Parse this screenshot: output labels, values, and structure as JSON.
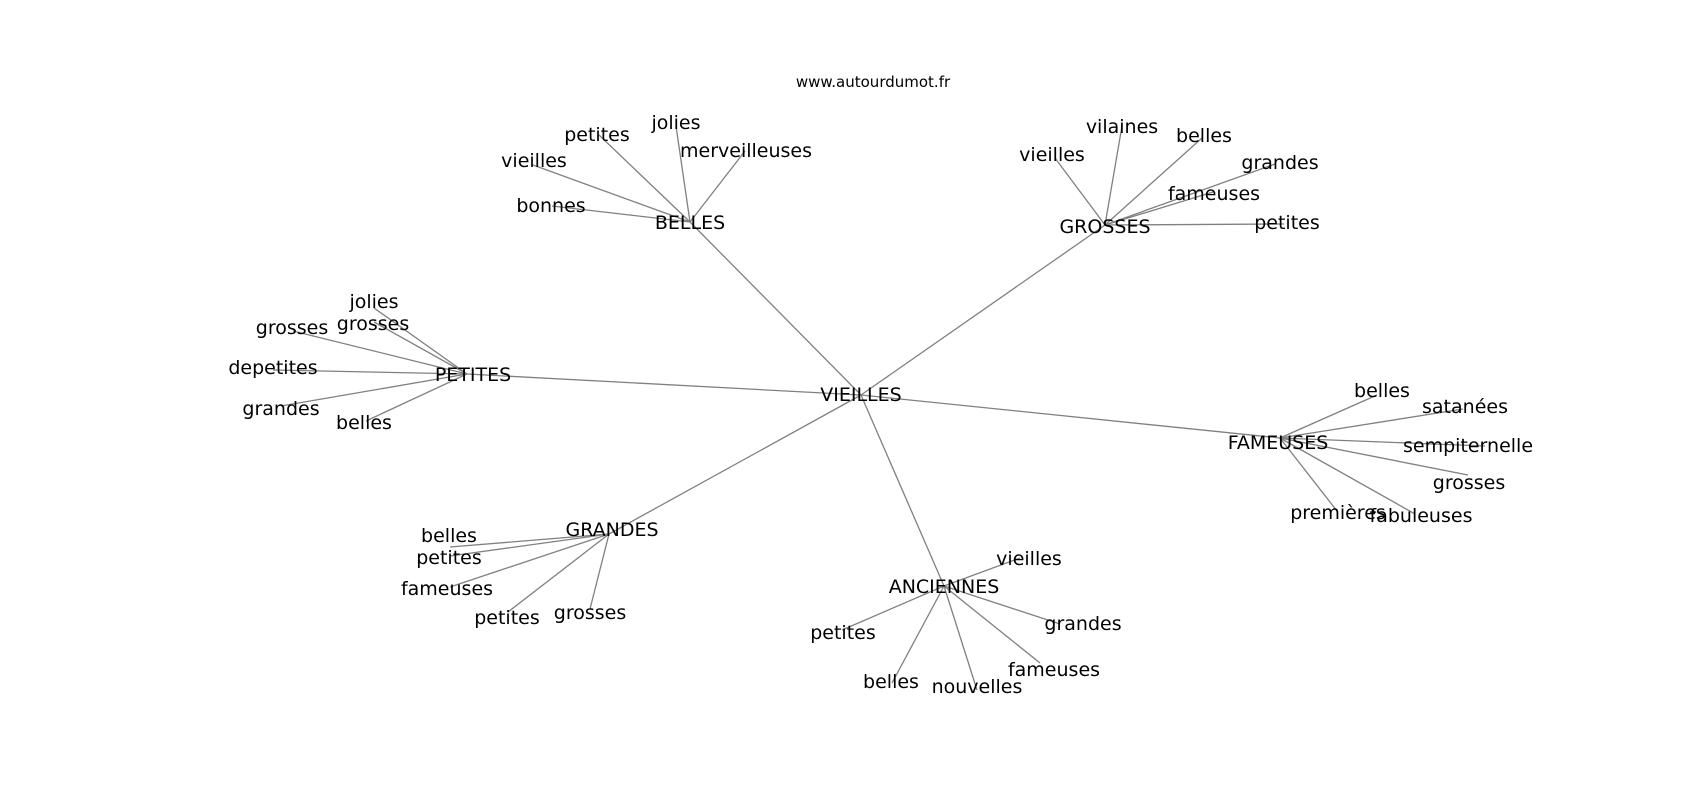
{
  "site": "www.autourdumot.fr",
  "center": "VIEILLES",
  "hubs": [
    {
      "label": "BELLES",
      "words": [
        "bonnes",
        "vieilles",
        "petites",
        "jolies",
        "merveilleuses"
      ]
    },
    {
      "label": "GROSSES",
      "words": [
        "vieilles",
        "vilaines",
        "belles",
        "grandes",
        "fameuses",
        "petites"
      ]
    },
    {
      "label": "PETITES",
      "words": [
        "jolies",
        "grosses",
        "grosses",
        "depetites",
        "grandes",
        "belles"
      ]
    },
    {
      "label": "FAMEUSES",
      "words": [
        "belles",
        "satanées",
        "sempiternelle",
        "grosses",
        "premières",
        "fabuleuses"
      ]
    },
    {
      "label": "GRANDES",
      "words": [
        "belles",
        "petites",
        "fameuses",
        "petites",
        "grosses"
      ]
    },
    {
      "label": "ANCIENNES",
      "words": [
        "vieilles",
        "petites",
        "grandes",
        "fameuses",
        "belles",
        "nouvelles"
      ]
    }
  ],
  "colors": {
    "edge": "#808080",
    "text": "#000000",
    "background": "#ffffff"
  }
}
